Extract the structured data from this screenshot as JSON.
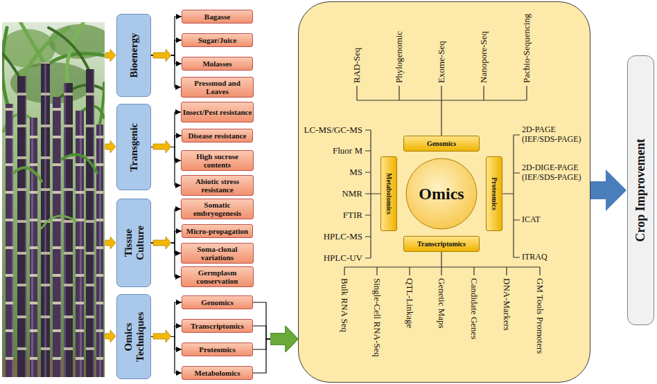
{
  "diagram": {
    "nodes": [
      {
        "text": [
          "Bioenergy"
        ]
      },
      {
        "text": [
          "Bagasse"
        ]
      },
      {
        "text": [
          "Sugar/Juice"
        ]
      },
      {
        "text": [
          "Molasses"
        ]
      },
      {
        "text": [
          "Pressmud and Leaves"
        ]
      },
      {
        "text": [
          "Transgenic"
        ]
      },
      {
        "text": [
          "Insect/Pest resistance"
        ]
      },
      {
        "text": [
          "Disease resistance"
        ]
      },
      {
        "text": [
          "High sucrose contents"
        ]
      },
      {
        "text": [
          "Abiotic stress resistance"
        ]
      },
      {
        "text": [
          "Tissue Culture"
        ]
      },
      {
        "text": [
          "Somatic embryogenesis"
        ]
      },
      {
        "text": [
          "Micro-propagation"
        ]
      },
      {
        "text": [
          "Soma-clonal variations"
        ]
      },
      {
        "text": [
          "Germplasm conservation"
        ]
      },
      {
        "text": [
          "Omics Techniques"
        ]
      },
      {
        "text": [
          "Genomics"
        ]
      },
      {
        "text": [
          "Transcriptomics"
        ]
      },
      {
        "text": [
          "Proteomics"
        ]
      },
      {
        "text": [
          "Metabolomics"
        ]
      },
      {
        "text": []
      },
      {
        "text": [
          "Genomics"
        ],
        "in": 20
      },
      {
        "text": [
          "Metabolomics"
        ],
        "in": 20
      },
      {
        "text": [
          "Omics"
        ],
        "in": 20
      },
      {
        "text": [
          "Proteomics"
        ],
        "in": 20
      },
      {
        "text": [
          "Transcriptomics"
        ],
        "in": 20
      },
      {
        "text": [
          "Crop Improvement"
        ]
      }
    ],
    "edges": [
      {
        "from": 0,
        "to": 1,
        "arrow": "to"
      },
      {
        "from": 0,
        "to": 2,
        "arrow": "to"
      },
      {
        "from": 0,
        "to": 3,
        "arrow": "to"
      },
      {
        "from": 0,
        "to": 4,
        "arrow": "to"
      },
      {
        "from": 5,
        "to": 6,
        "arrow": "to"
      },
      {
        "from": 5,
        "to": 7,
        "arrow": "to"
      },
      {
        "from": 5,
        "to": 8,
        "arrow": "to"
      },
      {
        "from": 5,
        "to": 9,
        "arrow": "to"
      },
      {
        "from": 10,
        "to": 11,
        "arrow": "to"
      },
      {
        "from": 10,
        "to": 12,
        "arrow": "to"
      },
      {
        "from": 10,
        "to": 13,
        "arrow": "to"
      },
      {
        "from": 10,
        "to": 14,
        "arrow": "to"
      },
      {
        "from": 15,
        "to": 16,
        "arrow": "to"
      },
      {
        "from": 15,
        "to": 17,
        "arrow": "to"
      },
      {
        "from": 15,
        "to": 18,
        "arrow": "to"
      },
      {
        "from": 15,
        "to": 19,
        "arrow": "to"
      },
      {
        "from": 16,
        "to": 20,
        "arrow": "to"
      },
      {
        "from": 17,
        "to": 20,
        "arrow": "to"
      },
      {
        "from": 18,
        "to": 20,
        "arrow": "to"
      },
      {
        "from": 19,
        "to": 20,
        "arrow": "to"
      },
      {
        "from": 20,
        "to": 26,
        "arrow": "to"
      }
    ],
    "labels": [
      "RAD-Seq",
      "Phylogenomic",
      "Exome-Seq",
      "Nanopore-Seq",
      "Pacbio-Sequencing",
      "LC-MS/GC-MS",
      "Fluor M",
      "MS",
      "NMR",
      "FTIR",
      "HPLC-MS",
      "HPLC-UV",
      "2D-PAGE (IEF/SDS-PAGE)",
      "2D-DIGE-PAGE (IEF/SDS-PAGE)",
      "ICAT",
      "ITRAQ",
      "Bulk RNA Seq",
      "Single-Cell RNA-Seq",
      "QTL-Linkage",
      "Genetic Maps",
      "Candidate Genes",
      "DNA-Markers",
      "GM Tools Promoters"
    ]
  }
}
